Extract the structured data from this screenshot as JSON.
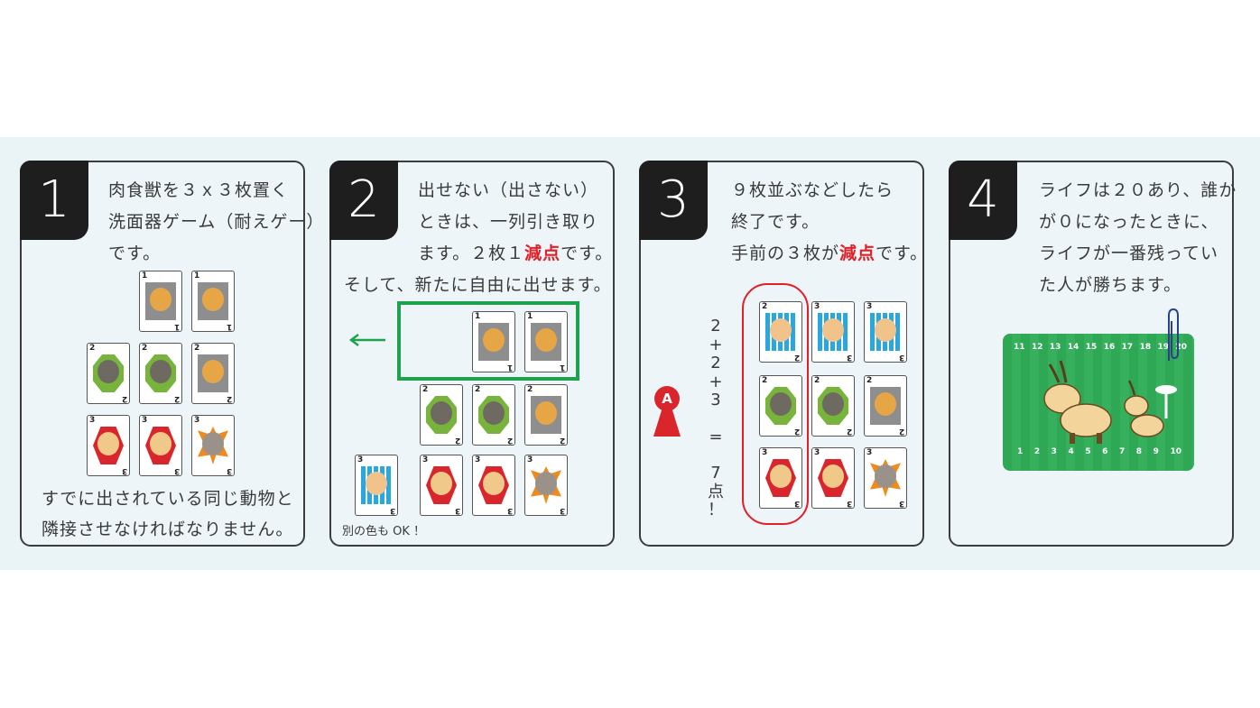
{
  "panels": [
    {
      "number": "1",
      "lines": [
        "肉食獣を３ｘ３枚置く",
        "洗面器ゲーム（耐えゲー）",
        "です。"
      ],
      "bottom_lines": [
        "すでに出されている同じ動物と",
        "隣接させなければなりません。"
      ]
    },
    {
      "number": "2",
      "lines": [
        "出せない（出さない）",
        "ときは、一列引き取り"
      ],
      "line3_pre": "ます。２枚１",
      "line3_red": "減点",
      "line3_post": "です。",
      "line4": "そして、新たに自由に出せます。",
      "note": "別の色も OK ！"
    },
    {
      "number": "3",
      "lines": [
        "９枚並ぶなどしたら",
        "終了です。"
      ],
      "line3_pre": "手前の３枚が",
      "line3_red": "減点",
      "line3_post": "です。",
      "marker": "A",
      "formula": [
        "2",
        "+",
        "2",
        "+",
        "3",
        "",
        "=",
        "",
        "7",
        "点",
        "！"
      ]
    },
    {
      "number": "4",
      "lines": [
        "ライフは２０あり、誰か",
        "が０になったときに、",
        "ライフが一番残ってい",
        "た人が勝ちます。"
      ],
      "board_top": [
        "11",
        "12",
        "13",
        "14",
        "15",
        "16",
        "17",
        "18",
        "19",
        "20"
      ],
      "board_bottom": [
        "1",
        "2",
        "3",
        "4",
        "5",
        "6",
        "7",
        "8",
        "9",
        "10"
      ]
    }
  ],
  "colors": {
    "accent_red": "#e21f26",
    "frame_green": "#1ea24e",
    "board_green": "#2fa855"
  }
}
